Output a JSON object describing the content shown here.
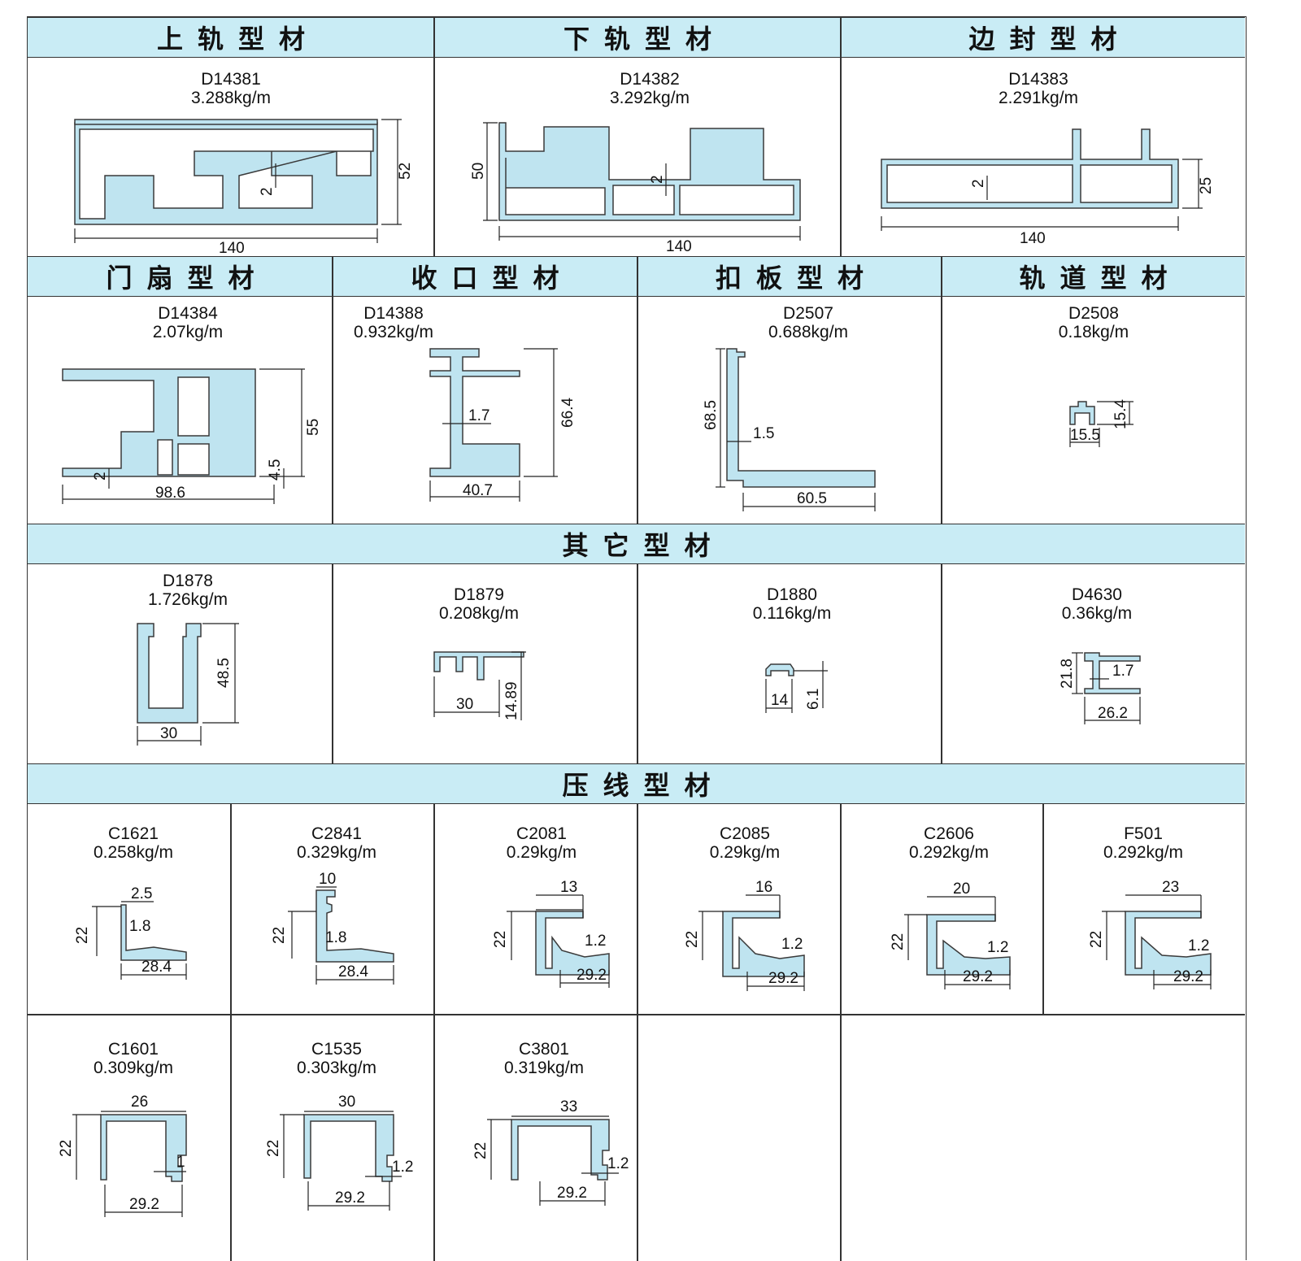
{
  "sections": {
    "top_rail": "上轨型材",
    "bottom_rail": "下轨型材",
    "edge_seal": "边封型材",
    "door_sash": "门扇型材",
    "closing": "收口型材",
    "clip_board": "扣板型材",
    "track": "轨道型材",
    "other": "其它型材",
    "bead": "压线型材"
  },
  "profiles": {
    "p14381": {
      "code": "D14381",
      "weight": "3.288kg/m",
      "dims": [
        "140",
        "52",
        "2"
      ]
    },
    "p14382": {
      "code": "D14382",
      "weight": "3.292kg/m",
      "dims": [
        "140",
        "50",
        "2"
      ]
    },
    "p14383": {
      "code": "D14383",
      "weight": "2.291kg/m",
      "dims": [
        "140",
        "25",
        "2"
      ]
    },
    "p14384": {
      "code": "D14384",
      "weight": "2.07kg/m",
      "dims": [
        "98.6",
        "55",
        "4.5",
        "2"
      ]
    },
    "p14388": {
      "code": "D14388",
      "weight": "0.932kg/m",
      "dims": [
        "40.7",
        "66.4",
        "1.7"
      ]
    },
    "p2507": {
      "code": "D2507",
      "weight": "0.688kg/m",
      "dims": [
        "60.5",
        "68.5",
        "1.5"
      ]
    },
    "p2508": {
      "code": "D2508",
      "weight": "0.18kg/m",
      "dims": [
        "15.5",
        "15.4"
      ]
    },
    "p1878": {
      "code": "D1878",
      "weight": "1.726kg/m",
      "dims": [
        "30",
        "48.5"
      ]
    },
    "p1879": {
      "code": "D1879",
      "weight": "0.208kg/m",
      "dims": [
        "30",
        "14.89"
      ]
    },
    "p1880": {
      "code": "D1880",
      "weight": "0.116kg/m",
      "dims": [
        "14",
        "6.1"
      ]
    },
    "p4630": {
      "code": "D4630",
      "weight": "0.36kg/m",
      "dims": [
        "26.2",
        "21.8",
        "1.7"
      ]
    },
    "c1621": {
      "code": "C1621",
      "weight": "0.258kg/m",
      "dims": [
        "2.5",
        "22",
        "1.8",
        "28.4"
      ]
    },
    "c2841": {
      "code": "C2841",
      "weight": "0.329kg/m",
      "dims": [
        "10",
        "22",
        "1.8",
        "28.4"
      ]
    },
    "c2081": {
      "code": "C2081",
      "weight": "0.29kg/m",
      "dims": [
        "13",
        "22",
        "1.2",
        "29.2"
      ]
    },
    "c2085": {
      "code": "C2085",
      "weight": "0.29kg/m",
      "dims": [
        "16",
        "22",
        "1.2",
        "29.2"
      ]
    },
    "c2606": {
      "code": "C2606",
      "weight": "0.292kg/m",
      "dims": [
        "20",
        "22",
        "1.2",
        "29.2"
      ]
    },
    "f501": {
      "code": "F501",
      "weight": "0.292kg/m",
      "dims": [
        "23",
        "22",
        "1.2",
        "29.2"
      ]
    },
    "c1601": {
      "code": "C1601",
      "weight": "0.309kg/m",
      "dims": [
        "26",
        "22",
        "1",
        "29.2"
      ]
    },
    "c1535": {
      "code": "C1535",
      "weight": "0.303kg/m",
      "dims": [
        "30",
        "22",
        "1.2",
        "29.2"
      ]
    },
    "c3801": {
      "code": "C3801",
      "weight": "0.319kg/m",
      "dims": [
        "33",
        "22",
        "1.2",
        "29.2"
      ]
    }
  },
  "colors": {
    "header_bg": "#c9ecf5",
    "profile_fill": "#bfe4f0",
    "line": "#333333"
  }
}
